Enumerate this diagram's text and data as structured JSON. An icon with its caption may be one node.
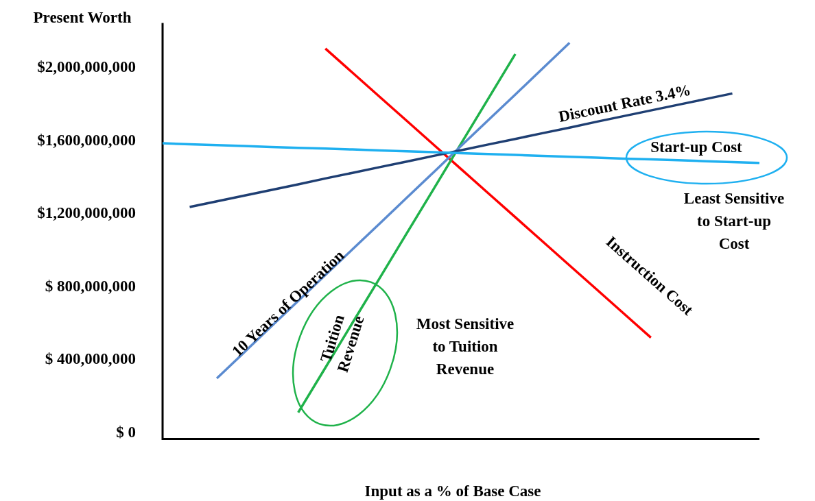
{
  "diagram": {
    "chart_data": {
      "type": "line",
      "xlabel": "Input as a % of Base Case",
      "ylabel": "Present Worth",
      "categories": [
        null,
        null,
        null,
        null,
        null,
        null,
        null,
        null,
        null,
        null,
        null,
        null,
        null,
        null,
        null,
        null,
        null,
        null,
        null,
        null,
        null,
        null,
        null
      ],
      "ylim": [
        -40000000,
        2240000000
      ],
      "yticks": [
        {
          "value": 0,
          "label": "$ 0"
        },
        {
          "value": 400000000,
          "label": "$ 400,000,000"
        },
        {
          "value": 800000000,
          "label": "$ 800,000,000"
        },
        {
          "value": 1200000000,
          "label": "$1,200,000,000"
        },
        {
          "value": 1600000000,
          "label": "$1,600,000,000"
        },
        {
          "value": 2000000000,
          "label": "$2,000,000,000"
        }
      ],
      "series": [
        {
          "name": "Instruction Cost",
          "color": "#ff0000",
          "values": [
            null,
            null,
            null,
            null,
            null,
            null,
            2100000000,
            1968000000,
            1836000000,
            1704000000,
            1572000000,
            1440000000,
            1308000000,
            1176000000,
            1044000000,
            912000000,
            780000000,
            648000000,
            516000000,
            null,
            null,
            null,
            null
          ]
        },
        {
          "name": "Tuition Revenue",
          "color": "#1fb24a",
          "values": [
            null,
            null,
            null,
            null,
            null,
            106000000,
            351000000,
            597000000,
            842000000,
            1088000000,
            1333000000,
            1579000000,
            1824000000,
            2070000000,
            null,
            null,
            null,
            null,
            null,
            null,
            null,
            null,
            null
          ]
        },
        {
          "name": "10 Years of Operation",
          "color": "#5b8bd0",
          "values": [
            null,
            null,
            293000000,
            434000000,
            576000000,
            717000000,
            859000000,
            1000000000,
            1141000000,
            1283000000,
            1424000000,
            1566000000,
            1707000000,
            1848000000,
            1990000000,
            2131000000,
            null,
            null,
            null,
            null,
            null,
            null,
            null
          ]
        },
        {
          "name": "Discount Rate 3.4%",
          "color": "#1f3f73",
          "values": [
            null,
            1232000000,
            1263000000,
            1294000000,
            1325000000,
            1356000000,
            1388000000,
            1419000000,
            1450000000,
            1481000000,
            1512000000,
            1543000000,
            1574000000,
            1605000000,
            1636000000,
            1667000000,
            1699000000,
            1730000000,
            1761000000,
            1792000000,
            1823000000,
            1854000000,
            null
          ]
        },
        {
          "name": "Start-up Cost",
          "color": "#1fb0f0",
          "values": [
            1581000000,
            1576000000,
            1571000000,
            1566000000,
            1561000000,
            1556000000,
            1552000000,
            1547000000,
            1542000000,
            1537000000,
            1532000000,
            1527000000,
            1522000000,
            1517000000,
            1512000000,
            1507000000,
            1502000000,
            1497000000,
            1493000000,
            1488000000,
            1483000000,
            1478000000,
            1473000000
          ]
        }
      ],
      "annotations": [
        {
          "text": "Most Sensitive to Tuition Revenue"
        },
        {
          "text": "Least Sensitive to Start-up Cost"
        }
      ]
    }
  }
}
